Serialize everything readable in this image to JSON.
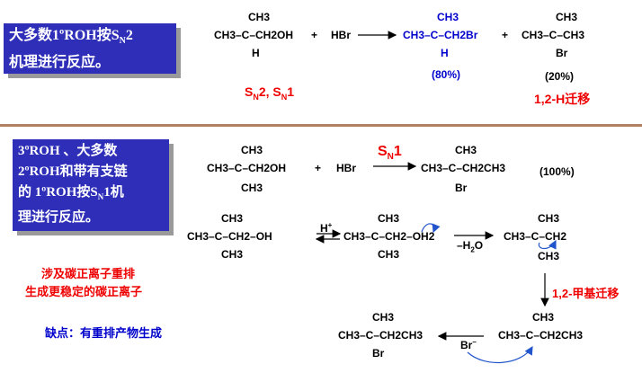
{
  "box1": {
    "line1": "大多数1ºROH按SN2",
    "line2": "机理进行反应。"
  },
  "box2": {
    "line1": "3ºROH 、大多数",
    "line2": "2ºROH和带有支链",
    "line3": "的 1ºROH按SN1机",
    "line4": "理进行反应。"
  },
  "r1": {
    "sm_top": "CH3",
    "sm_main": "CH3–C–CH2OH",
    "sm_bot": "H",
    "plus1": "+",
    "hbr": "HBr",
    "p1_top": "CH3",
    "p1_main": "CH3–C–CH2Br",
    "p1_bot": "H",
    "p1_yield": "(80%)",
    "plus2": "+",
    "p2_top": "CH3",
    "p2_main": "CH3–C–CH3",
    "p2_bot": "Br",
    "p2_yield": "(20%)",
    "mech": "SN2, SN1",
    "shift": "1,2-H迁移"
  },
  "r2": {
    "sm_top": "CH3",
    "sm_main": "CH3–C–CH2OH",
    "sm_bot": "CH3",
    "plus": "+",
    "hbr": "HBr",
    "arrow_label": "SN1",
    "p_top": "CH3",
    "p_main": "CH3–C–CH2CH3",
    "p_bot": "Br",
    "yield": "(100%)"
  },
  "r3": {
    "a_top": "CH3",
    "a_main": "CH3–C–CH2–OH",
    "a_bot": "CH3",
    "hplus": "H+",
    "b_top": "CH3",
    "b_main": "CH3–C–CH2–OH2",
    "b_bot": "CH3",
    "water": "–H2O",
    "c_top": "CH3",
    "c_main": "CH3–C–CH2",
    "c_bot": "CH3",
    "shift": "1,2-甲基迁移",
    "d_top": "CH3",
    "d_main": "CH3–C–CH2CH3",
    "br": "Br–",
    "e_top": "CH3",
    "e_main": "CH3–C–CH2CH3",
    "e_bot": "Br"
  },
  "note1": "涉及碳正离子重排",
  "note2": "生成更稳定的碳正离子",
  "note3": "缺点：有重排产物生成"
}
